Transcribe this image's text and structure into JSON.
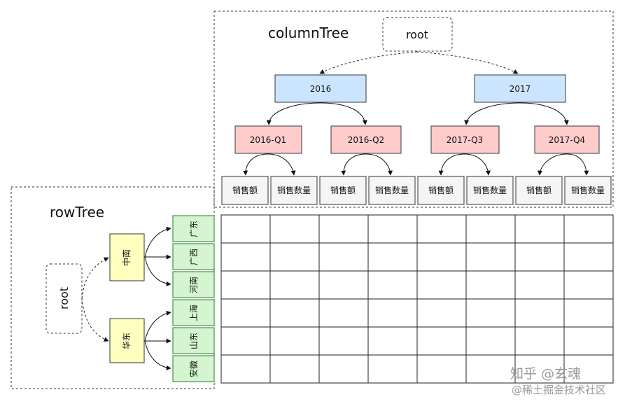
{
  "column_tree": {
    "title": "columnTree",
    "root": "root",
    "years": [
      "2016",
      "2017"
    ],
    "quarters": [
      "2016-Q1",
      "2016-Q2",
      "2017-Q3",
      "2017-Q4"
    ],
    "measures": [
      "销售额",
      "销售数量",
      "销售额",
      "销售数量",
      "销售额",
      "销售数量",
      "销售额",
      "销售数量"
    ]
  },
  "row_tree": {
    "title": "rowTree",
    "root": "root",
    "regions": [
      "中南",
      "华东"
    ],
    "provinces": [
      "广东",
      "广西",
      "河南",
      "上海",
      "山东",
      "安徽"
    ]
  },
  "grid": {
    "rows": 6,
    "cols": 8
  },
  "watermark": {
    "line1": "知乎 @玄魂",
    "line2": "@稀土掘金技术社区"
  },
  "colors": {
    "year_fill": "#cce5ff",
    "year_stroke": "#36393d",
    "quarter_fill": "#ffcccc",
    "quarter_stroke": "#36393d",
    "measure_fill": "#f5f5f5",
    "region_fill": "#ffffc0",
    "province_fill": "#d5f5d0",
    "province_stroke": "#2a7a2a"
  }
}
